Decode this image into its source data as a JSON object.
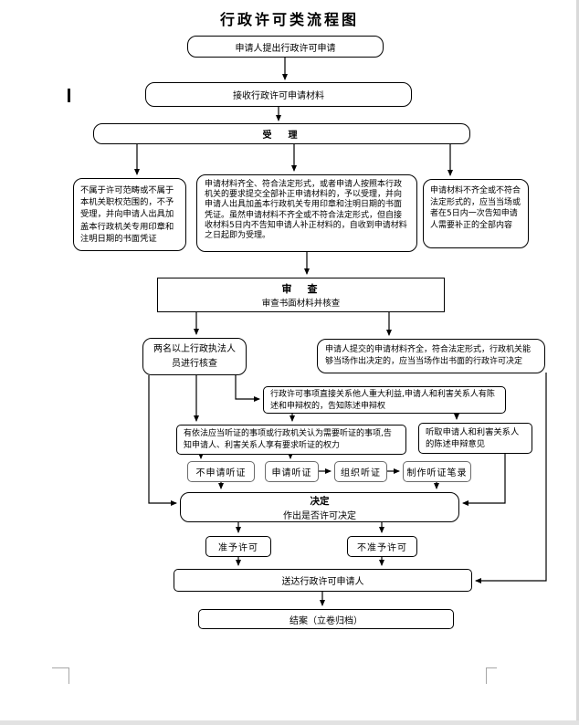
{
  "page": {
    "title": "行政许可类流程图"
  },
  "nodes": {
    "apply": {
      "text": "申请人提出行政许可申请"
    },
    "receive": {
      "text": "接收行政许可申请材料"
    },
    "accept": {
      "text": "受　理"
    },
    "reject": {
      "text": "不属于许可范畴或不属于本机关职权范围的，不予受理，并向申请人出具加盖本行政机关专用印章和注明日期的书面凭证"
    },
    "accepted": {
      "text": "申请材料齐全、符合法定形式，或者申请人按照本行政机关的要求提交全部补正申请材料的，予以受理，并向申请人出具加盖本行政机关专用印章和注明日期的书面凭证。虽然申请材料不齐全或不符合法定形式，但自接收材料5日内不告知申请人补正材料的，自收到申请材料之日起即为受理。"
    },
    "supplement": {
      "text": "申请材料不齐全或不符合法定形式的，应当当场或者在5日内一次告知申请人需要补正的全部内容"
    },
    "examine": {
      "title": "审　查",
      "subtitle": "审查书面材料并核查"
    },
    "inspectors": {
      "text": "两名以上行政执法人员进行核查"
    },
    "onspot": {
      "text": "申请人提交的申请材料齐全，符合法定形式，行政机关能够当场作出决定的，应当当场作出书面的行政许可决定"
    },
    "inform_rights": {
      "text": "行政许可事项直接关系他人重大利益,申请人和利害关系人有陈述和申辩权的，告知陈述申辩权"
    },
    "hearing_rights": {
      "text": "有依法应当听证的事项或行政机关认为需要听证的事项,告知申请人、利害关系人享有要求听证的权力"
    },
    "listen": {
      "text": "听取申请人和利害关系人的陈述申辩意见"
    },
    "no_hearing": {
      "text": "不申请听证"
    },
    "request_hearing": {
      "text": "申请听证"
    },
    "organize_hearing": {
      "text": "组织听证"
    },
    "hearing_record": {
      "text": "制作听证笔录"
    },
    "decision": {
      "title": "决定",
      "subtitle": "作出是否许可决定"
    },
    "grant": {
      "text": "准予许可"
    },
    "deny": {
      "text": "不准予许可"
    },
    "deliver": {
      "text": "送达行政许可申请人"
    },
    "close": {
      "text": "结案（立卷归档）"
    }
  },
  "colors": {
    "line": "#000000",
    "crop_mark": "#a6a6a6",
    "page_edge": "#d9d9d9"
  }
}
